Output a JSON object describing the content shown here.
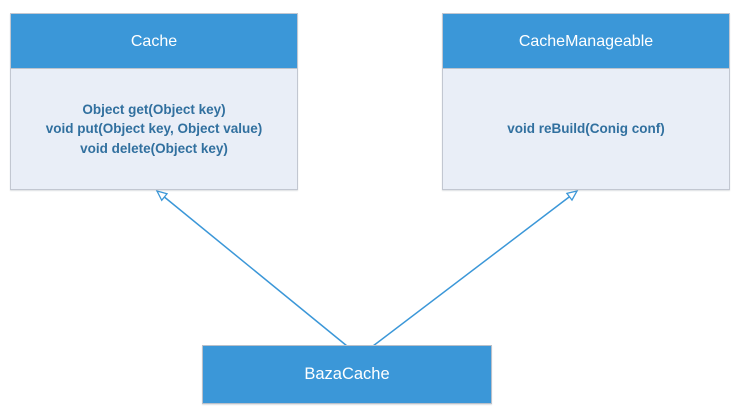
{
  "diagram": {
    "colors": {
      "primary_blue": "#3b97d8",
      "body_fill": "#e9eef7",
      "border_gray": "#c2c7d1",
      "method_text": "#31709f",
      "title_text": "#ffffff"
    },
    "classes": [
      {
        "name": "Cache",
        "methods": [
          "Object get(Object key)",
          "void put(Object key, Object value)",
          "void delete(Object key)"
        ]
      },
      {
        "name": "CacheManageable",
        "methods": [
          "void reBuild(Conig conf)"
        ]
      },
      {
        "name": "BazaCache",
        "methods": []
      }
    ],
    "relations": [
      {
        "from": "BazaCache",
        "to": "Cache",
        "type": "generalization"
      },
      {
        "from": "BazaCache",
        "to": "CacheManageable",
        "type": "generalization"
      }
    ]
  }
}
